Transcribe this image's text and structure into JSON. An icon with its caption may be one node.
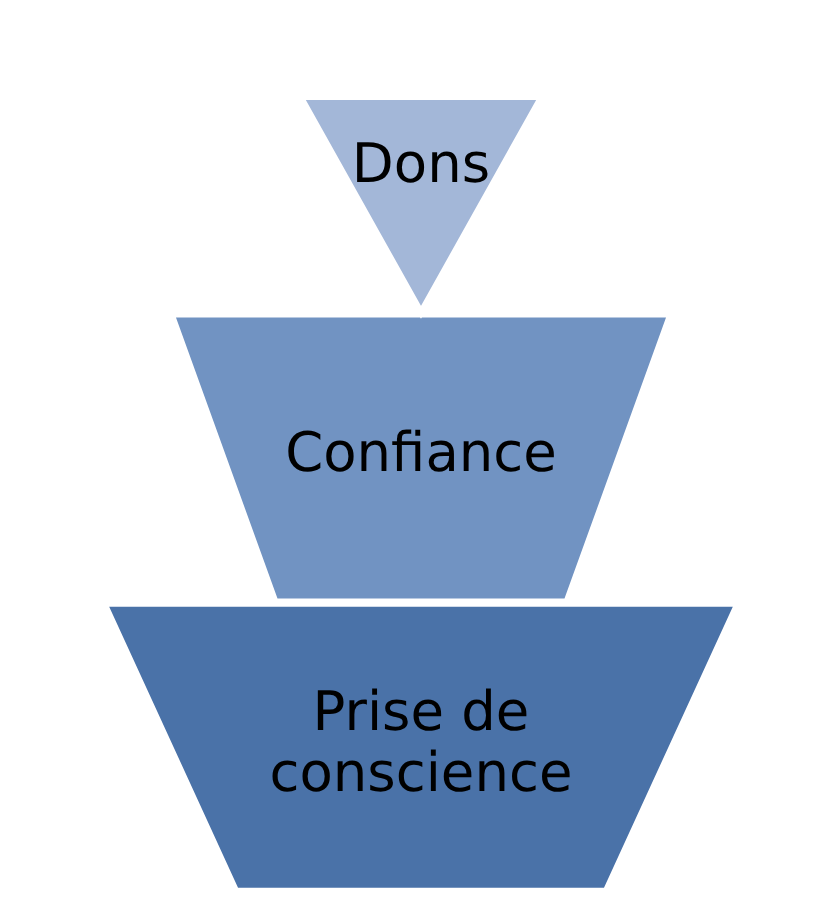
{
  "diagram": {
    "nodes": [
      {
        "text": [
          "Prise de conscience"
        ]
      },
      {
        "text": [
          "Confiance"
        ]
      },
      {
        "text": [
          "Dons"
        ]
      }
    ]
  }
}
